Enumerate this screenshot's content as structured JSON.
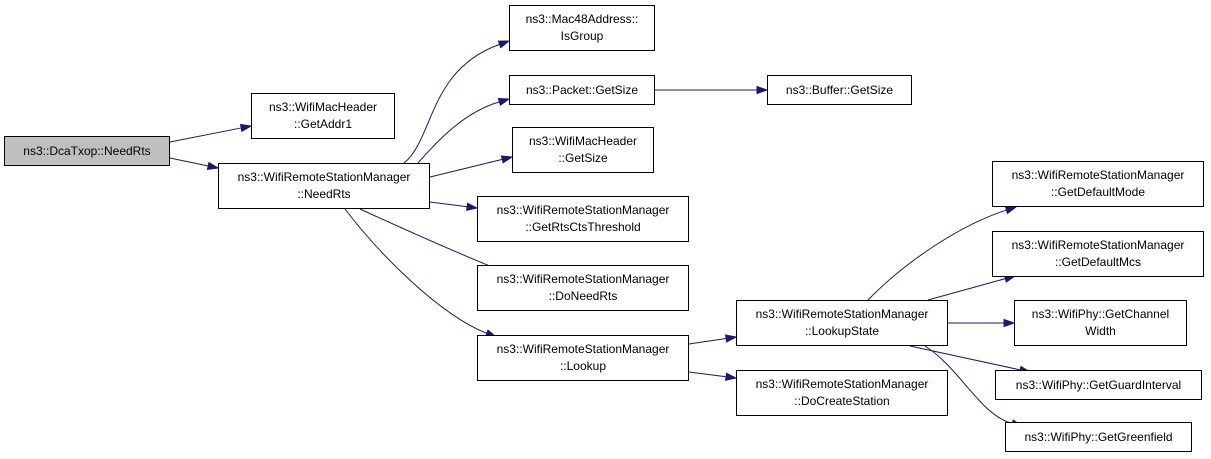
{
  "graph": {
    "edge_color": "#191970",
    "root_fill": "#bfbfbf",
    "nodes": [
      {
        "id": "dcatxop_needrts",
        "lines": [
          "ns3::DcaTxop::NeedRts"
        ],
        "root": true
      },
      {
        "id": "wifimacheader_getaddr1",
        "lines": [
          "ns3::WifiMacHeader",
          "::GetAddr1"
        ]
      },
      {
        "id": "wrsm_needrts",
        "lines": [
          "ns3::WifiRemoteStationManager",
          "::NeedRts"
        ]
      },
      {
        "id": "mac48address_isgroup",
        "lines": [
          "ns3::Mac48Address::",
          "IsGroup"
        ]
      },
      {
        "id": "packet_getsize",
        "lines": [
          "ns3::Packet::GetSize"
        ]
      },
      {
        "id": "buffer_getsize",
        "lines": [
          "ns3::Buffer::GetSize"
        ]
      },
      {
        "id": "wifimacheader_getsize",
        "lines": [
          "ns3::WifiMacHeader",
          "::GetSize"
        ]
      },
      {
        "id": "wrsm_getrtsctsthreshold",
        "lines": [
          "ns3::WifiRemoteStationManager",
          "::GetRtsCtsThreshold"
        ]
      },
      {
        "id": "wrsm_doneedrts",
        "lines": [
          "ns3::WifiRemoteStationManager",
          "::DoNeedRts"
        ]
      },
      {
        "id": "wrsm_lookup",
        "lines": [
          "ns3::WifiRemoteStationManager",
          "::Lookup"
        ]
      },
      {
        "id": "wrsm_lookupstate",
        "lines": [
          "ns3::WifiRemoteStationManager",
          "::LookupState"
        ]
      },
      {
        "id": "wrsm_docreatestation",
        "lines": [
          "ns3::WifiRemoteStationManager",
          "::DoCreateStation"
        ]
      },
      {
        "id": "wrsm_getdefaultmode",
        "lines": [
          "ns3::WifiRemoteStationManager",
          "::GetDefaultMode"
        ]
      },
      {
        "id": "wrsm_getdefaultmcs",
        "lines": [
          "ns3::WifiRemoteStationManager",
          "::GetDefaultMcs"
        ]
      },
      {
        "id": "wifiphy_getchannelwidth",
        "lines": [
          "ns3::WifiPhy::GetChannel",
          "Width"
        ]
      },
      {
        "id": "wifiphy_getguardinterval",
        "lines": [
          "ns3::WifiPhy::GetGuardInterval"
        ]
      },
      {
        "id": "wifiphy_getgreenfield",
        "lines": [
          "ns3::WifiPhy::GetGreenfield"
        ]
      }
    ],
    "edges": [
      {
        "from": "dcatxop_needrts",
        "to": "wifimacheader_getaddr1"
      },
      {
        "from": "dcatxop_needrts",
        "to": "wrsm_needrts"
      },
      {
        "from": "wrsm_needrts",
        "to": "mac48address_isgroup"
      },
      {
        "from": "wrsm_needrts",
        "to": "packet_getsize"
      },
      {
        "from": "packet_getsize",
        "to": "buffer_getsize"
      },
      {
        "from": "wrsm_needrts",
        "to": "wifimacheader_getsize"
      },
      {
        "from": "wrsm_needrts",
        "to": "wrsm_getrtsctsthreshold"
      },
      {
        "from": "wrsm_needrts",
        "to": "wrsm_doneedrts"
      },
      {
        "from": "wrsm_needrts",
        "to": "wrsm_lookup"
      },
      {
        "from": "wrsm_lookup",
        "to": "wrsm_lookupstate"
      },
      {
        "from": "wrsm_lookup",
        "to": "wrsm_docreatestation"
      },
      {
        "from": "wrsm_lookupstate",
        "to": "wrsm_getdefaultmode"
      },
      {
        "from": "wrsm_lookupstate",
        "to": "wrsm_getdefaultmcs"
      },
      {
        "from": "wrsm_lookupstate",
        "to": "wifiphy_getchannelwidth"
      },
      {
        "from": "wrsm_lookupstate",
        "to": "wifiphy_getguardinterval"
      },
      {
        "from": "wrsm_lookupstate",
        "to": "wifiphy_getgreenfield"
      }
    ]
  }
}
